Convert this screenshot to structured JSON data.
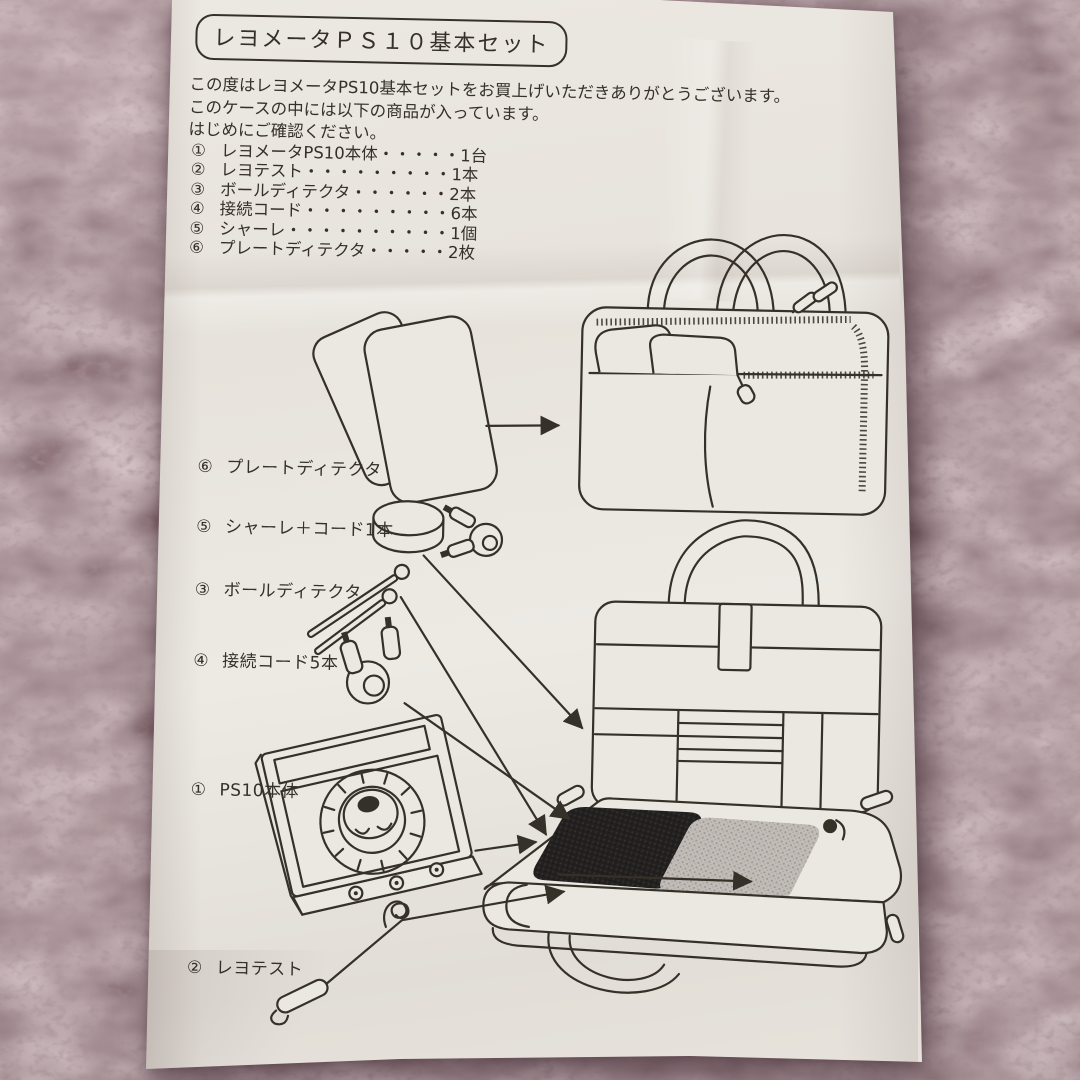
{
  "sheet": {
    "title": "レヨメータＰＳ１０基本セット",
    "intro": [
      "この度はレヨメータPS10基本セットをお買上げいただきありがとうございます。",
      "このケースの中には以下の商品が入っています。",
      "はじめにご確認ください。"
    ],
    "items": [
      {
        "num": "①",
        "name": "レヨメータPS10本体",
        "dots": "・・・・・",
        "qty": "1台"
      },
      {
        "num": "②",
        "name": "レヨテスト",
        "dots": "・・・・・・・・・",
        "qty": "1本"
      },
      {
        "num": "③",
        "name": "ボールディテクタ",
        "dots": "・・・・・・",
        "qty": "2本"
      },
      {
        "num": "④",
        "name": "接続コード",
        "dots": "・・・・・・・・・",
        "qty": "6本"
      },
      {
        "num": "⑤",
        "name": "シャーレ",
        "dots": "・・・・・・・・・・",
        "qty": "1個"
      },
      {
        "num": "⑥",
        "name": "プレートディテクタ",
        "dots": "・・・・・",
        "qty": "2枚"
      }
    ],
    "labels": [
      {
        "num": "⑥",
        "text": "プレートディテクタ"
      },
      {
        "num": "⑤",
        "text": "シャーレ＋コード1本"
      },
      {
        "num": "③",
        "text": "ボールディテクタ"
      },
      {
        "num": "④",
        "text": "接続コード5本"
      },
      {
        "num": "①",
        "text": "PS10本体"
      },
      {
        "num": "②",
        "text": "レヨテスト"
      }
    ],
    "colors": {
      "ink": "#353128",
      "paper": "#ebe7e1",
      "fabric": "#8b7176",
      "pad_black": "#232020",
      "pad_gray": "#bcb7b3"
    }
  }
}
